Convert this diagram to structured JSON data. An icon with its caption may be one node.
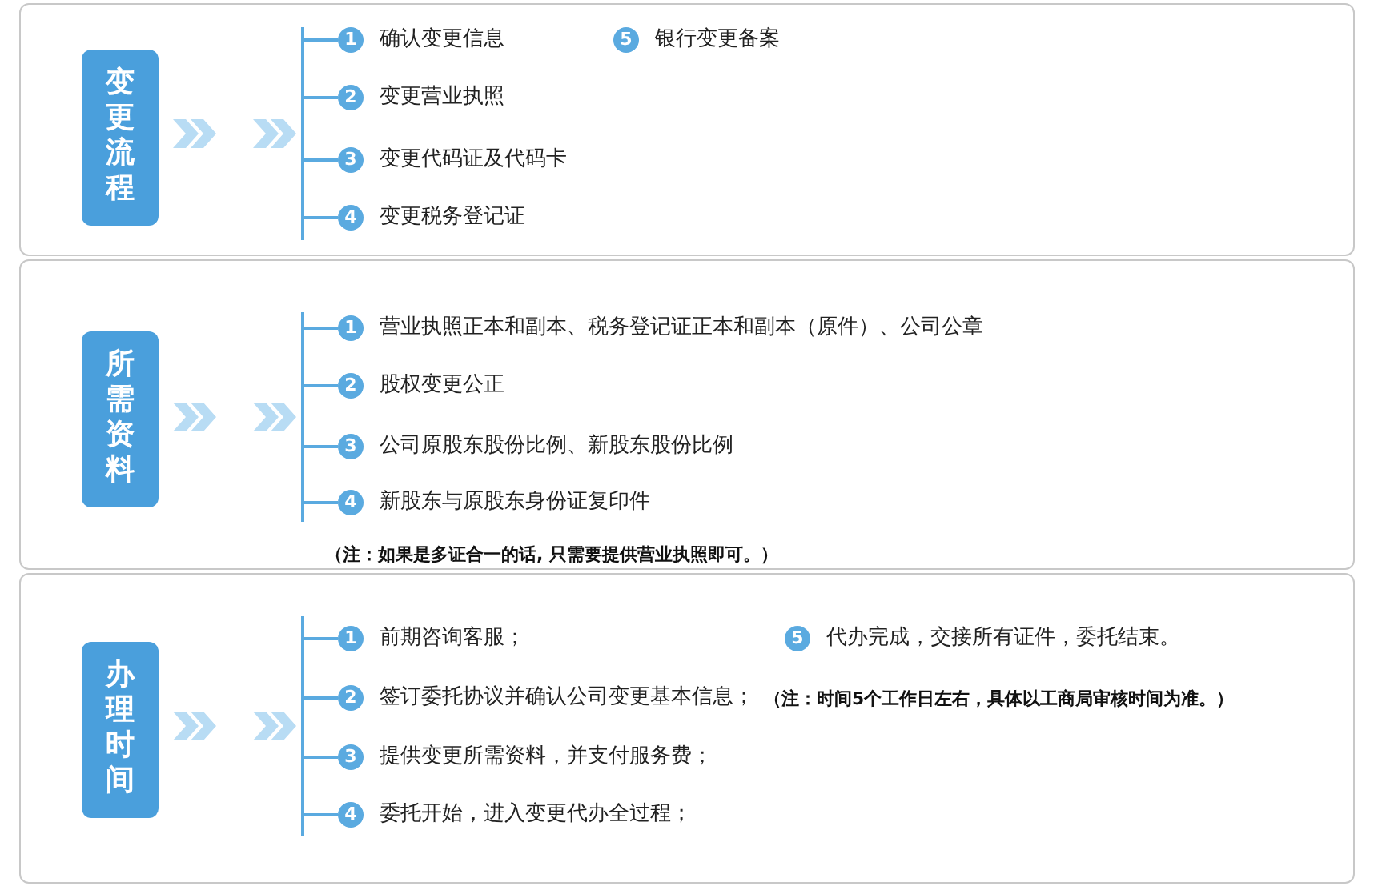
{
  "diagram": {
    "nodes": [
      {
        "text": [],
        "shape": "box"
      },
      {
        "text": [
          "变更流程"
        ],
        "in": 0
      },
      {
        "text": [
          "1"
        ],
        "beside": [
          "确认变更信息"
        ],
        "in": 0
      },
      {
        "text": [
          "5"
        ],
        "beside": [
          "银行变更备案"
        ],
        "in": 0
      },
      {
        "text": [
          "2"
        ],
        "beside": [
          "变更营业执照"
        ],
        "in": 0
      },
      {
        "text": [
          "3"
        ],
        "beside": [
          "变更代码证及代码卡"
        ],
        "in": 0
      },
      {
        "text": [
          "4"
        ],
        "beside": [
          "变更税务登记证"
        ],
        "in": 0
      },
      {
        "text": [],
        "shape": "box"
      },
      {
        "text": [
          "所需资料"
        ],
        "in": 7
      },
      {
        "text": [
          "1"
        ],
        "beside": [
          "营业执照正本和副本、税务登记证正本和副本（原件）、公司公章"
        ],
        "in": 7
      },
      {
        "text": [
          "2"
        ],
        "beside": [
          "股权变更公正"
        ],
        "in": 7
      },
      {
        "text": [
          "3"
        ],
        "beside": [
          "公司原股东股份比例、新股东股份比例"
        ],
        "in": 7
      },
      {
        "text": [
          "4"
        ],
        "beside": [
          "新股东与原股东身份证复印件"
        ],
        "in": 7
      },
      {
        "text": [],
        "shape": "box"
      },
      {
        "text": [
          "办理时间"
        ],
        "in": 13
      },
      {
        "text": [
          "1"
        ],
        "beside": [
          "前期咨询客服；"
        ],
        "in": 13
      },
      {
        "text": [
          "5"
        ],
        "beside": [
          "代办完成，交接所有证件，委托结束。"
        ],
        "in": 13
      },
      {
        "text": [
          "2"
        ],
        "beside": [
          "签订委托协议并确认公司变更基本信息；",
          "（注：时间5个工作日左右，具体以工商局审核时间为准。）"
        ],
        "in": 13
      },
      {
        "text": [
          "3"
        ],
        "beside": [
          "提供变更所需资料，并支付服务费；"
        ],
        "in": 13
      },
      {
        "text": [
          "4"
        ],
        "beside": [
          "委托开始，进入变更代办全过程；"
        ],
        "in": 13
      }
    ],
    "labels": [
      "（注：如果是多证合一的话, 只需要提供营业执照即可。）"
    ]
  }
}
